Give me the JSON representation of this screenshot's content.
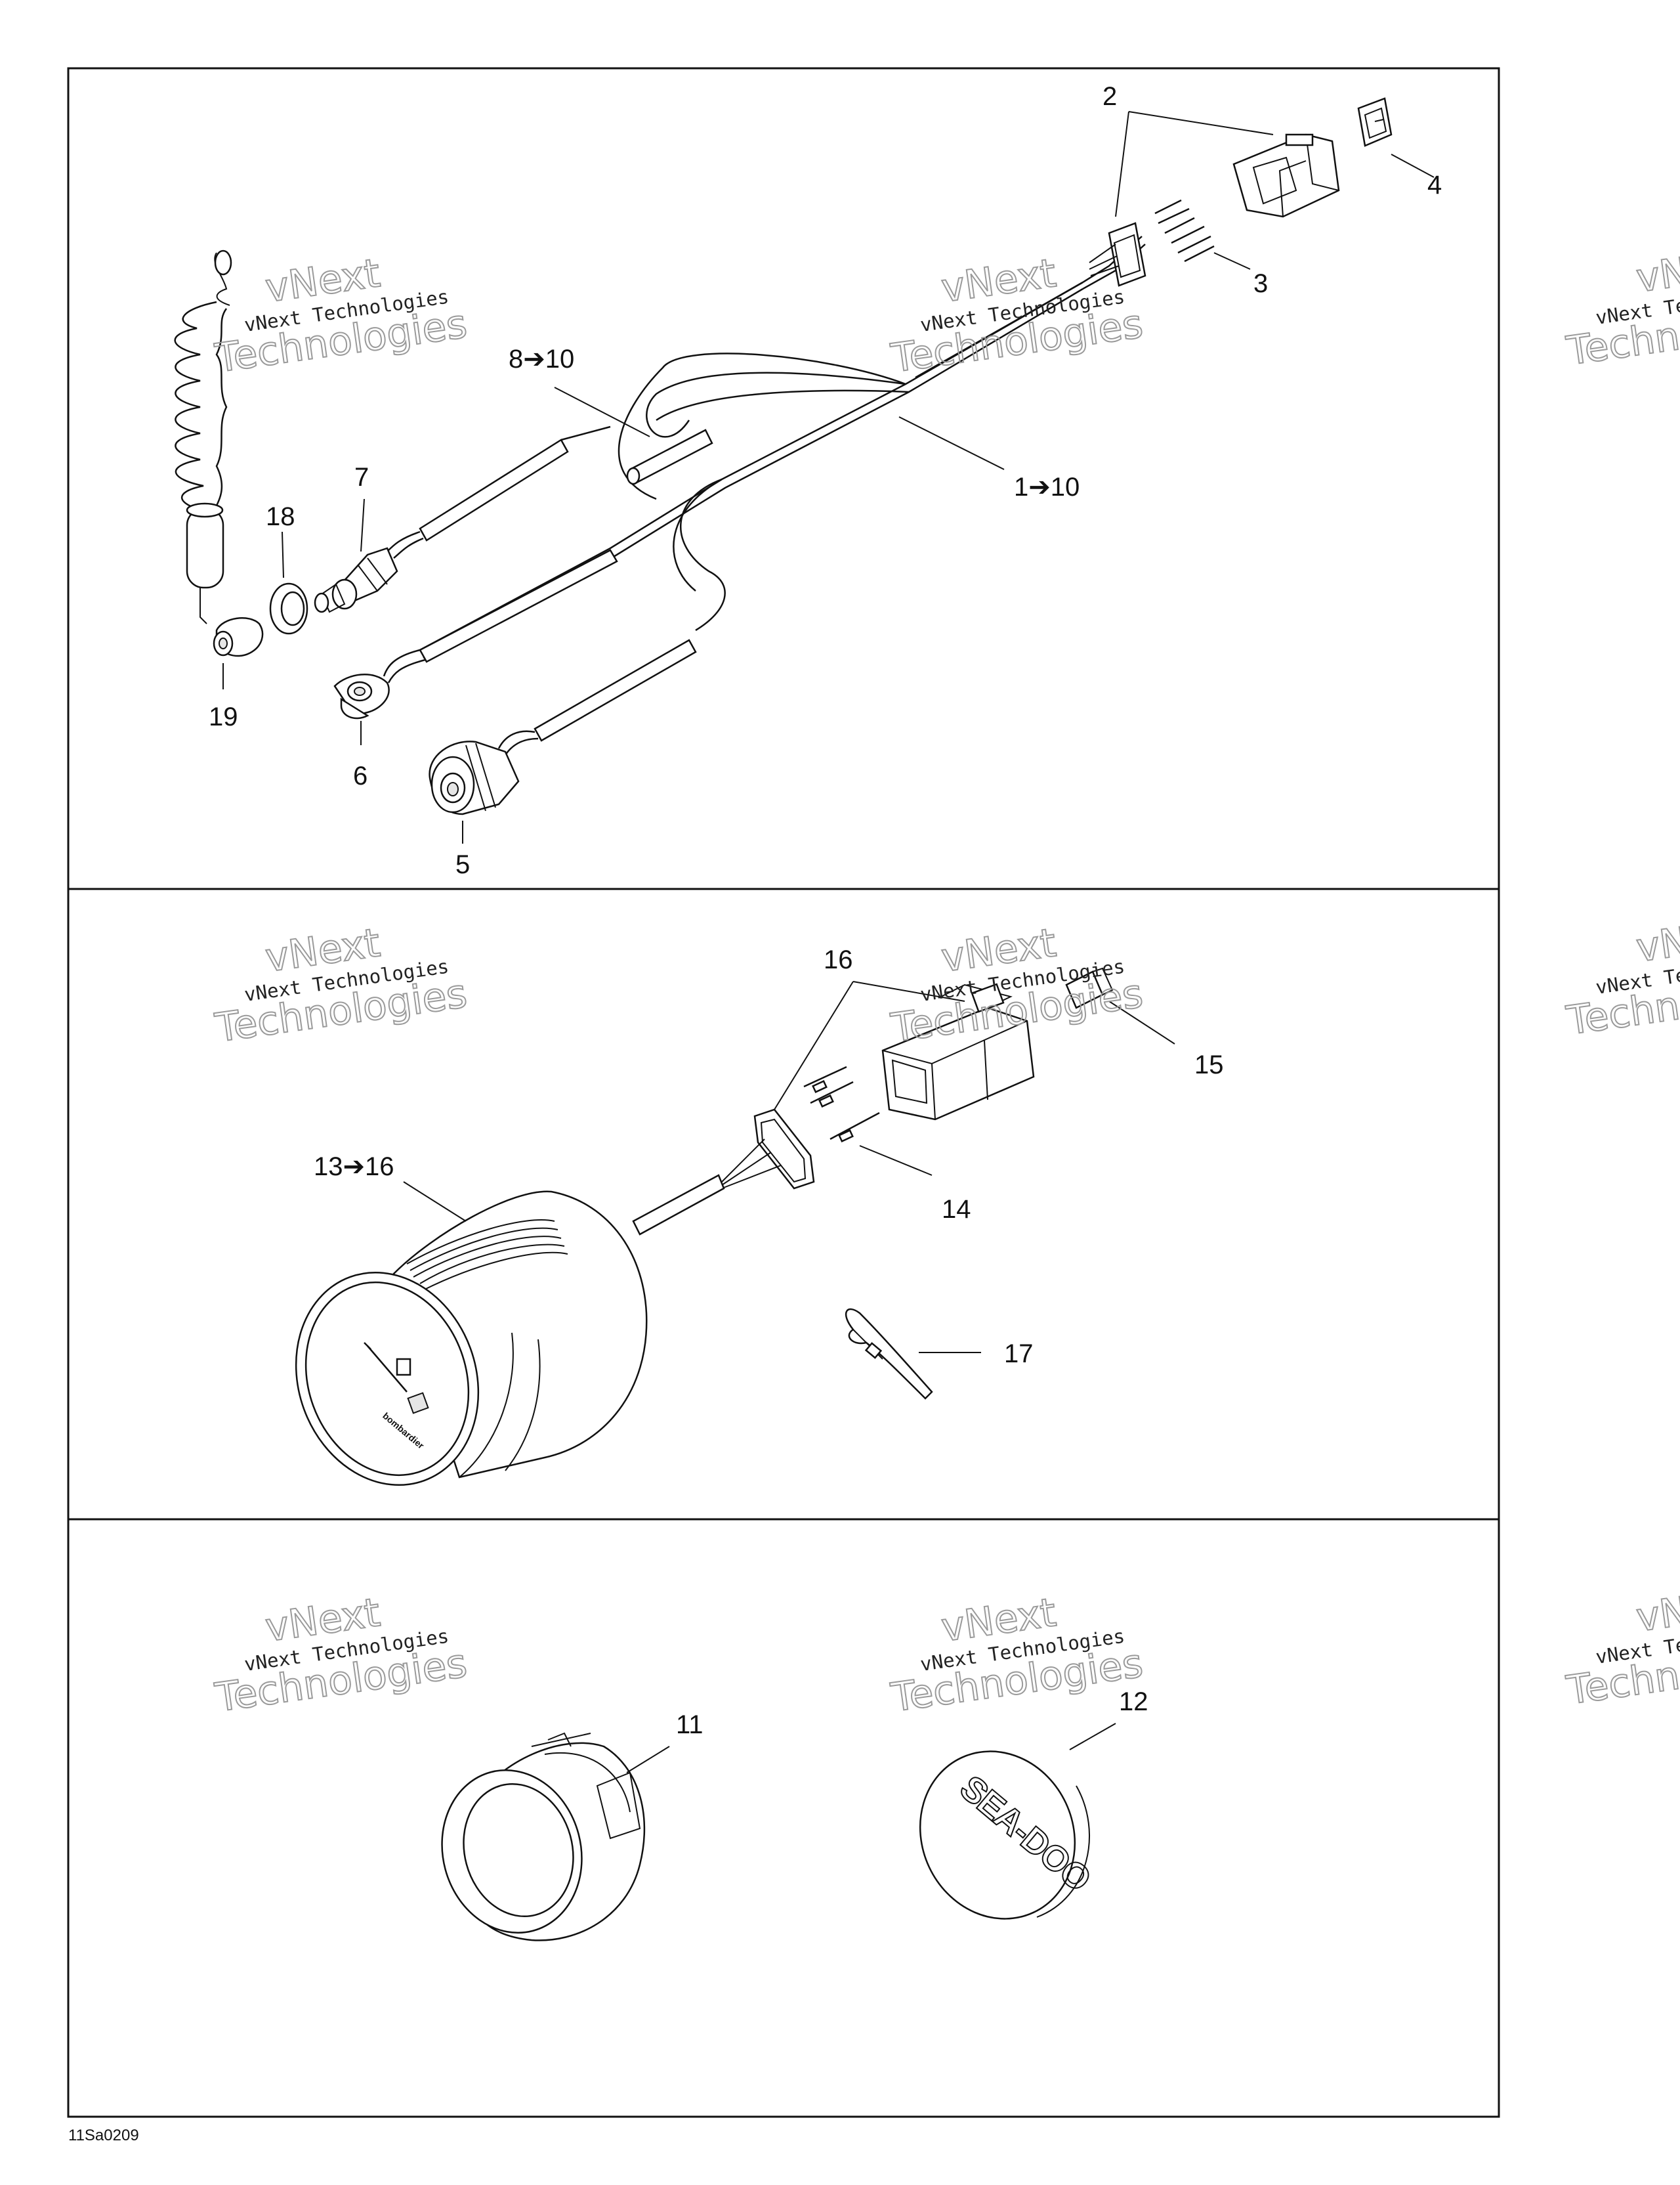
{
  "diagram": {
    "callouts": {
      "c1": "1➔10",
      "c2": "2",
      "c3": "3",
      "c4": "4",
      "c5": "5",
      "c6": "6",
      "c7": "7",
      "c8": "8➔10",
      "c11": "11",
      "c12": "12",
      "c13": "13➔16",
      "c14": "14",
      "c15": "15",
      "c16": "16",
      "c17": "17",
      "c18": "18",
      "c19": "19"
    },
    "gauge_face_text": "bombardier",
    "cap_logo_text": "SEA-DOO",
    "figure_code": "11Sa0209"
  },
  "watermark": {
    "line1": "vNext Technologies",
    "line2": "vNext",
    "line3": "Technologies"
  }
}
